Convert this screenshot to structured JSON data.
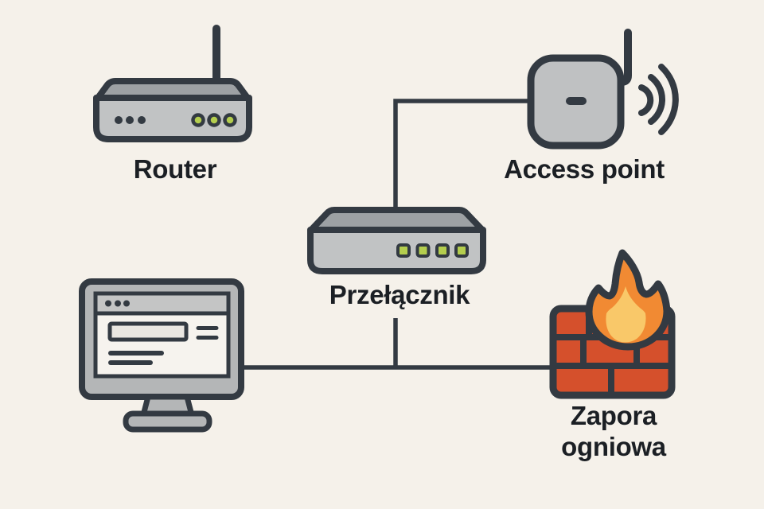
{
  "diagram": {
    "type": "network-topology-illustration",
    "background_color": "#f5f1ea",
    "outline_color": "#333a42",
    "text_color": "#1b1f24",
    "device_face_color": "#c1c3c4",
    "device_top_color": "#9da1a4",
    "monitor_bezel_color": "#b4b6b7",
    "screen_color": "#f6f3ee",
    "led_green": "#b4ce4e",
    "brick_red": "#d5502c",
    "flame_orange": "#f18a33",
    "flame_inner_yellow": "#f9c869",
    "nodes": [
      {
        "id": "router",
        "label": "Router",
        "icon": "router-icon"
      },
      {
        "id": "access-point",
        "label": "Access point",
        "icon": "access-point-icon"
      },
      {
        "id": "switch",
        "label": "Przełącznik",
        "icon": "switch-icon"
      },
      {
        "id": "computer",
        "label": "",
        "icon": "computer-icon"
      },
      {
        "id": "firewall",
        "label": "Zapora ogniowa",
        "icon": "firewall-icon"
      }
    ],
    "connections": [
      {
        "from": "switch",
        "to": "access-point",
        "style": "elbow"
      },
      {
        "from": "computer",
        "to": "firewall",
        "style": "straight"
      },
      {
        "from": "switch",
        "to": "computer-firewall-line",
        "style": "straight"
      }
    ]
  }
}
